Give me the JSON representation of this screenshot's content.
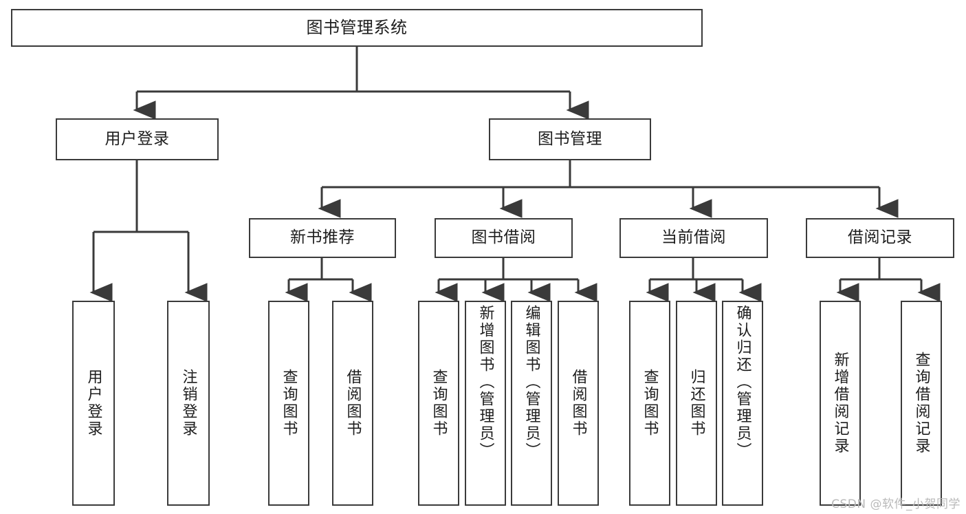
{
  "diagram": {
    "title": "图书管理系统",
    "type": "hierarchy-tree",
    "root": {
      "label": "图书管理系统"
    },
    "level2": [
      {
        "label": "用户登录"
      },
      {
        "label": "图书管理"
      }
    ],
    "level3": [
      {
        "label": "新书推荐"
      },
      {
        "label": "图书借阅"
      },
      {
        "label": "当前借阅"
      },
      {
        "label": "借阅记录"
      }
    ],
    "leaves": {
      "user_login": [
        {
          "label": "用户登录"
        },
        {
          "label": "注销登录"
        }
      ],
      "new_book_recommend": [
        {
          "label": "查询图书"
        },
        {
          "label": "借阅图书"
        }
      ],
      "book_borrow": [
        {
          "label": "查询图书"
        },
        {
          "label": "新增图书（管理员）"
        },
        {
          "label": "编辑图书（管理员）"
        },
        {
          "label": "借阅图书"
        }
      ],
      "current_borrow": [
        {
          "label": "查询图书"
        },
        {
          "label": "归还图书"
        },
        {
          "label": "确认归还（管理员）"
        }
      ],
      "borrow_record": [
        {
          "label": "新增借阅记录"
        },
        {
          "label": "查询借阅记录"
        }
      ]
    }
  },
  "watermark": {
    "text": "CSDN @软件_小贺同学"
  },
  "colors": {
    "stroke": "#3a3a3a",
    "fill": "#ffffff",
    "text": "#1d1d1d",
    "watermark": "#b9b9b9"
  }
}
